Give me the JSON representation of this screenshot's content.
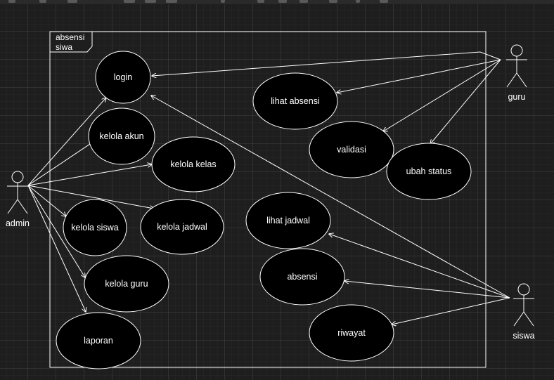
{
  "frame": {
    "title_line1": "absensi",
    "title_line2": "siwa"
  },
  "actors": {
    "admin": "admin",
    "guru": "guru",
    "siswa": "siswa"
  },
  "use_cases": {
    "login": "login",
    "kelola_akun": "kelola akun",
    "kelola_kelas": "kelola kelas",
    "kelola_siswa": "kelola siswa",
    "kelola_jadwal": "kelola jadwal",
    "kelola_guru": "kelola guru",
    "laporan": "laporan",
    "lihat_absensi": "lihat absensi",
    "validasi": "validasi",
    "ubah_status": "ubah status",
    "lihat_jadwal": "lihat jadwal",
    "absensi": "absensi",
    "riwayat": "riwayat"
  },
  "colors": {
    "canvas": "#1e1e1e",
    "stroke": "#ffffff",
    "ellipse_fill": "#000000"
  }
}
